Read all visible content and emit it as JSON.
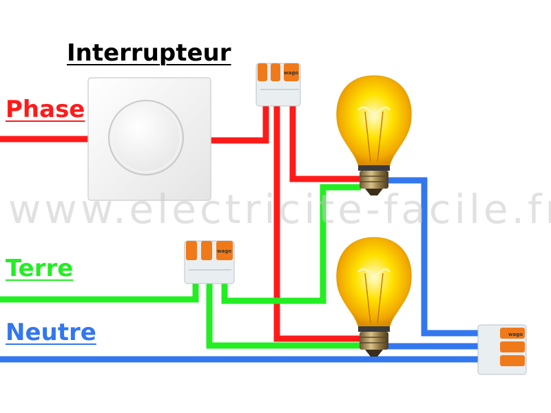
{
  "title": "Interrupteur",
  "labels": {
    "phase": "Phase",
    "terre": "Terre",
    "neutre": "Neutre"
  },
  "watermark": "www.electricite-facile.fr",
  "connector_brand": "wago",
  "colors": {
    "phase": "#ff1a1a",
    "terre": "#22ee22",
    "neutre": "#3377ee",
    "title": "#000000",
    "watermark": "#c8c8c8",
    "connector_orange": "#f07a1a"
  }
}
